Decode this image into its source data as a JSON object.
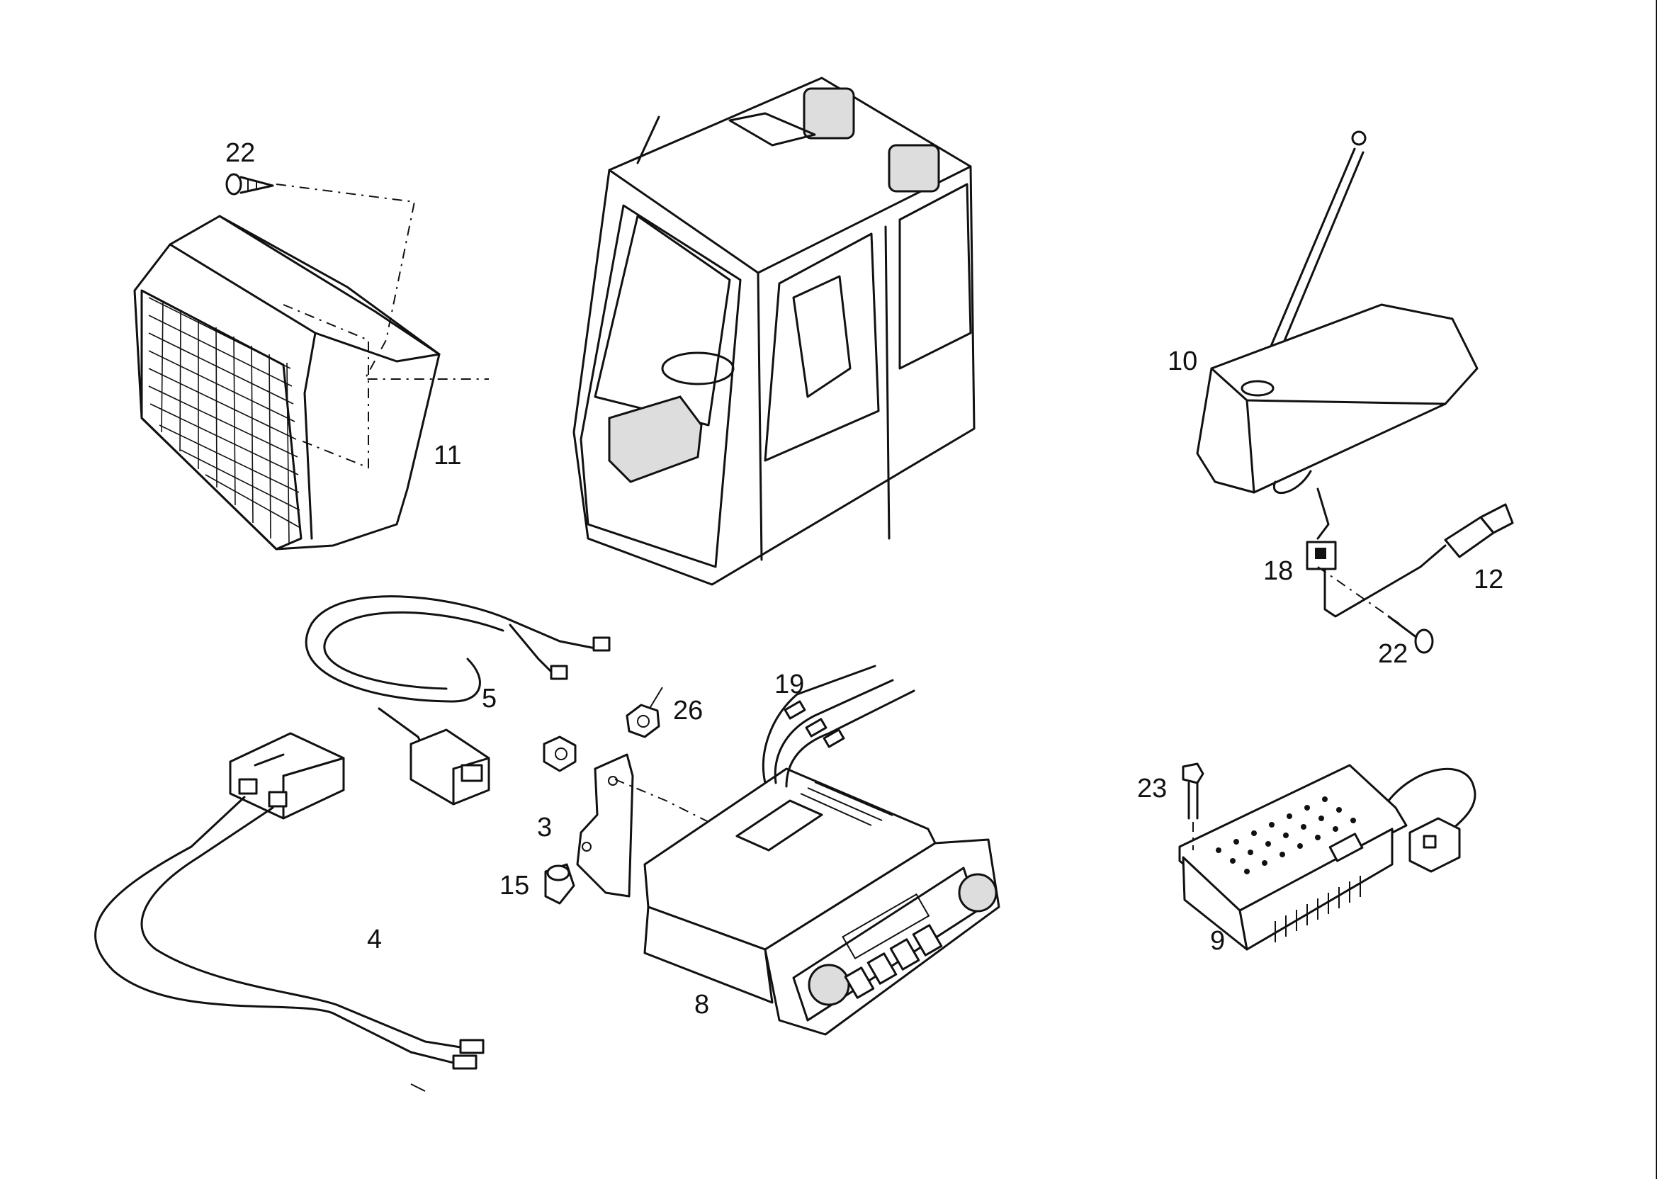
{
  "callouts": {
    "c22_speaker_screw": "22",
    "c11_speaker": "11",
    "c10_antenna_base": "10",
    "c18_antenna_clip": "18",
    "c12_antenna_cable": "12",
    "c22_antenna_screw": "22",
    "c5_speaker_harness": "5",
    "c26_nut": "26",
    "c19_cables": "19",
    "c3_bracket": "3",
    "c15_knob": "15",
    "c4_power_harness": "4",
    "c8_radio": "8",
    "c23_bolt": "23",
    "c9_amplifier": "9"
  },
  "icons": [
    "speaker-icon",
    "cab-icon",
    "antenna-icon",
    "radio-icon",
    "amplifier-icon",
    "wire-harness-icon",
    "screw-icon",
    "nut-icon",
    "bracket-icon"
  ]
}
